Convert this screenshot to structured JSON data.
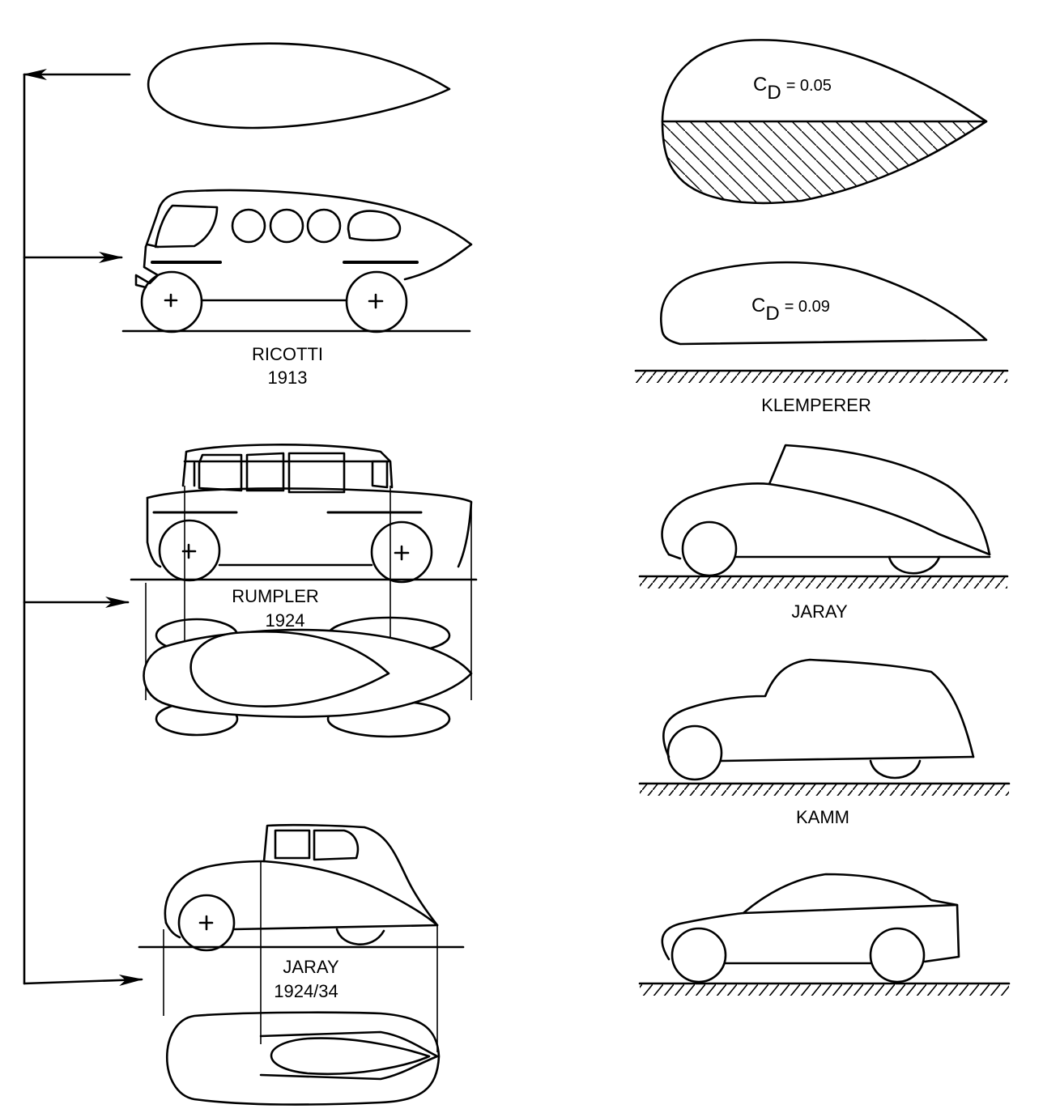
{
  "left_column": {
    "ricotti": {
      "name": "RICOTTI",
      "year": "1913"
    },
    "rumpler": {
      "name": "RUMPLER",
      "year": "1924"
    },
    "jaray": {
      "name": "JARAY",
      "year": "1924/34"
    }
  },
  "right_column": {
    "teardrop": {
      "cd_symbol": "C",
      "cd_sub": "D",
      "cd_value": "= 0.05"
    },
    "klemperer": {
      "name": "KLEMPERER",
      "cd_symbol": "C",
      "cd_sub": "D",
      "cd_value": "= 0.09"
    },
    "jaray": {
      "name": "JARAY"
    },
    "kamm": {
      "name": "KAMM"
    }
  }
}
